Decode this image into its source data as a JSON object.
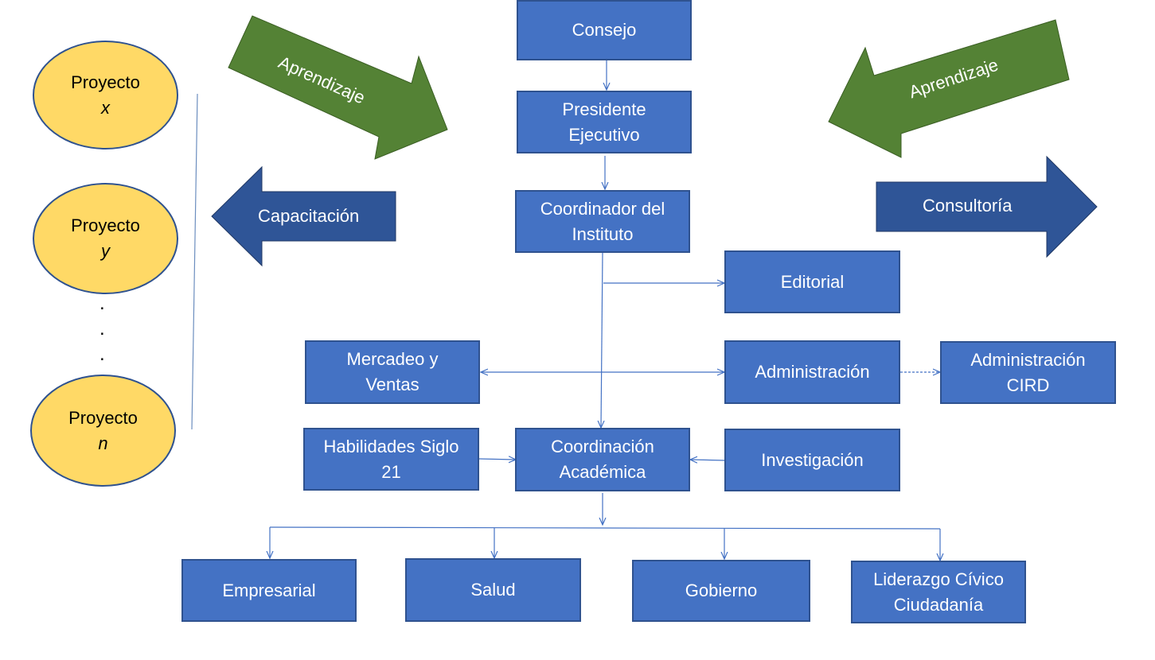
{
  "boxes": {
    "consejo": "Consejo",
    "presidente": "Presidente\nEjecutivo",
    "coordinador": "Coordinador del\nInstituto",
    "editorial": "Editorial",
    "mercadeo": "Mercadeo y\nVentas",
    "administracion": "Administración",
    "administracion_cird": "Administración\nCIRD",
    "habilidades": "Habilidades Siglo\n21",
    "coordinacion_academica": "Coordinación\nAcadémica",
    "investigacion": "Investigación",
    "empresarial": "Empresarial",
    "salud": "Salud",
    "gobierno": "Gobierno",
    "liderazgo": "Liderazgo Cívico\nCiudadanía"
  },
  "projects": [
    {
      "label": "Proyecto",
      "var": "x"
    },
    {
      "label": "Proyecto",
      "var": "y"
    },
    {
      "label": "Proyecto",
      "var": "n"
    }
  ],
  "ellipsis": [
    ".",
    ".",
    "."
  ],
  "arrows": {
    "aprendizaje_left": "Aprendizaje",
    "aprendizaje_right": "Aprendizaje",
    "capacitacion": "Capacitación",
    "consultoria": "Consultoría"
  },
  "colors": {
    "box_fill": "#4472C4",
    "box_border": "#2F528F",
    "oval_fill": "#FFD966",
    "green_arrow": "#548235",
    "dark_blue_arrow": "#2F5597"
  }
}
